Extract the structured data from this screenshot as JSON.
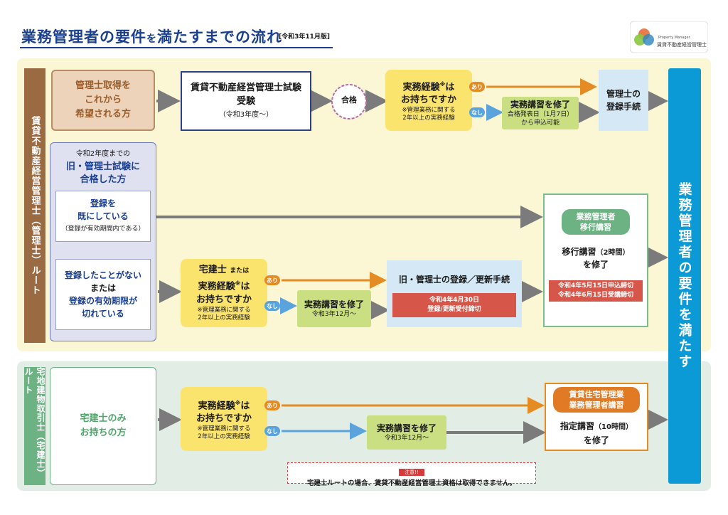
{
  "header": {
    "title_main": "業務管理者の要件",
    "title_particle": "を",
    "title_rest": "満たすまでの流れ",
    "edition": "[令和3年11月版]",
    "logo_small": "Property Manager",
    "logo_text": "賃貸不動産経営管理士"
  },
  "routes": {
    "yellow": "賃貸不動産経営管理士（管理士）ルート",
    "green": "宅地建物取引士（宅建士）ルート"
  },
  "row1": {
    "applicant": [
      "管理士取得を",
      "これから",
      "希望される方"
    ],
    "exam": [
      "賃貸不動産経営管理士試験",
      "受験"
    ],
    "exam_sub": "（令和3年度〜）",
    "pass": "合格",
    "experience_q": [
      "実務経験",
      "※",
      "は",
      "お持ちですか"
    ],
    "experience_note": [
      "※管理業務に関する",
      "2年以上の実務経験"
    ],
    "yes": "あり",
    "no": "なし",
    "training": "実務講習を修了",
    "training_sub": [
      "合格発表日（1月7日）",
      "から申込可能"
    ],
    "register": [
      "管理士の",
      "登録手続"
    ]
  },
  "old": {
    "head": "令和2年度までの",
    "title": [
      "旧・管理士試験に",
      "合格した方"
    ],
    "registered": [
      "登録を",
      "既にしている"
    ],
    "registered_sub": "（登録が有効期間内である）",
    "not_registered": [
      "登録したことがない",
      "または",
      "登録の有効期限が",
      "切れている"
    ],
    "q": [
      "宅建士",
      "または",
      "実務経験",
      "※",
      "は",
      "お持ちですか"
    ],
    "note": [
      "※管理業務に関する",
      "2年以上の実務経験"
    ],
    "training": "実務講習を修了",
    "training_sub": "令和3年12月〜",
    "old_reg": "旧・管理士の登録／更新手続",
    "old_reg_deadline": [
      "令和4年4月30日",
      "登録/更新受付締切"
    ]
  },
  "transition": {
    "pill": [
      "業務管理者",
      "移行講習"
    ],
    "course": [
      "移行講習",
      "（2時間）",
      "を修了"
    ],
    "deadline": [
      "令和4年5月15日申込締切",
      "令和4年6月15日受講締切"
    ]
  },
  "requirement": "業務管理者の要件を満たす",
  "takken": {
    "applicant": [
      "宅建士のみ",
      "お持ちの方"
    ],
    "q": [
      "実務経験",
      "※",
      "は",
      "お持ちですか"
    ],
    "note": [
      "※管理業務に関する",
      "2年以上の実務経験"
    ],
    "training": "実務講習を修了",
    "training_sub": "令和3年12月〜",
    "pill": [
      "賃貸住宅管理業",
      "業務管理者講習"
    ],
    "course": [
      "指定講習",
      "（10時間）",
      "を修了"
    ],
    "caution_head": "注意!!",
    "caution": "宅建士ルートの場合、賃貸不動産経営管理士資格は取得できません。"
  },
  "colors": {
    "navy": "#1b3f8f",
    "arrow_gray": "#7b7b7b",
    "arrow_orange": "#e48b24",
    "arrow_blue": "#5aa3dc",
    "requirement_blue": "#0c9ad7",
    "route_brown": "#9a6a42",
    "route_green": "#6cb283"
  }
}
